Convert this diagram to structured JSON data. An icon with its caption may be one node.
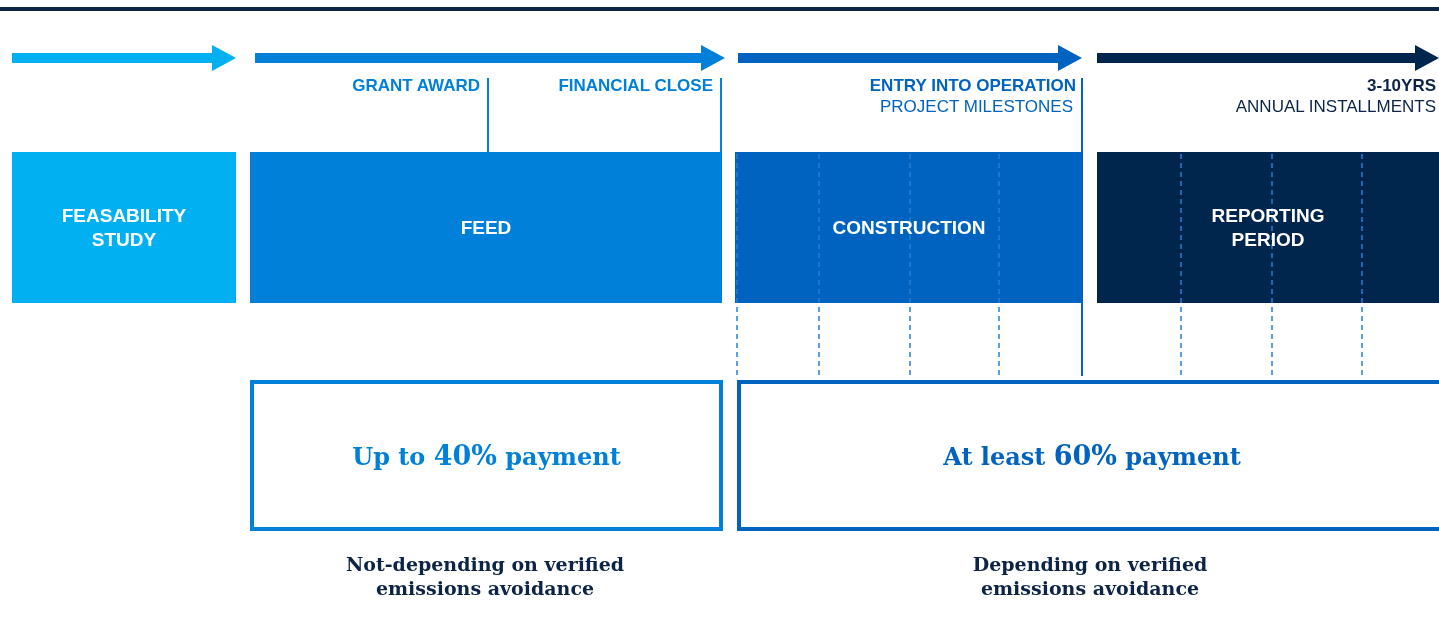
{
  "diagram": {
    "nodes": [
      {
        "text": [
          "FEASABILITY STUDY"
        ]
      },
      {
        "text": [
          "FEED"
        ]
      },
      {
        "text": [
          "CONSTRUCTION"
        ]
      },
      {
        "text": [
          "REPORTING PERIOD"
        ]
      },
      {
        "text": [
          "Up to **40%** payment"
        ],
        "beside": [
          "Not-depending on verified emissions avoidance"
        ]
      },
      {
        "text": [
          "At least **60%** payment"
        ],
        "beside": [
          "Depending on verified emissions avoidance"
        ]
      }
    ],
    "labels": [
      "GRANT AWARD",
      "FINANCIAL CLOSE",
      "ENTRY INTO OPERATION",
      "PROJECT MILESTONES",
      "3-10YRS",
      "ANNUAL INSTALLMENTS"
    ]
  }
}
